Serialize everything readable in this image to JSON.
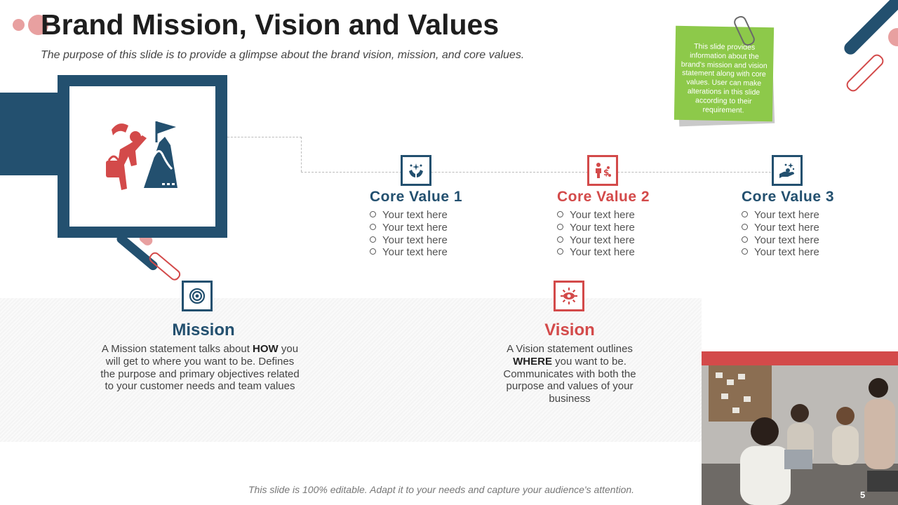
{
  "header": {
    "title": "Brand Mission, Vision and Values",
    "subtitle": "The purpose of this slide is to provide a glimpse about the brand vision, mission, and core values."
  },
  "note": {
    "text": "This slide provides information about the brand's mission and vision statement along with core values. User can make alterations in this slide according to their requirement."
  },
  "core_values": [
    {
      "title": "Core Value 1",
      "icon": "hands-sparkle-icon",
      "items": [
        "Your text here",
        "Your text here",
        "Your text here",
        "Your text here"
      ]
    },
    {
      "title": "Core Value 2",
      "icon": "person-money-icon",
      "items": [
        "Your text here",
        "Your text here",
        "Your text here",
        "Your text here"
      ]
    },
    {
      "title": "Core Value 3",
      "icon": "hand-sparkle-icon",
      "items": [
        "Your text here",
        "Your text here",
        "Your text here",
        "Your text here"
      ]
    }
  ],
  "mission": {
    "title": "Mission",
    "icon": "target-icon",
    "text_before": "A Mission statement talks about ",
    "emphasis": "HOW",
    "text_after": " you will get to where you want to be. Defines the purpose and primary objectives related to your customer needs and team values"
  },
  "vision": {
    "title": "Vision",
    "icon": "gear-eye-icon",
    "text_before": "A Vision statement outlines ",
    "emphasis": "WHERE",
    "text_after": " you want to be. Communicates with both the purpose and values of your business"
  },
  "footer": {
    "text": "This slide is 100% editable.  Adapt it to your needs and capture your audience's attention."
  },
  "page_number": "5",
  "colors": {
    "navy": "#23506f",
    "red": "#d34a4a",
    "pink": "#e8a0a0",
    "note_green": "#8dc94a"
  }
}
